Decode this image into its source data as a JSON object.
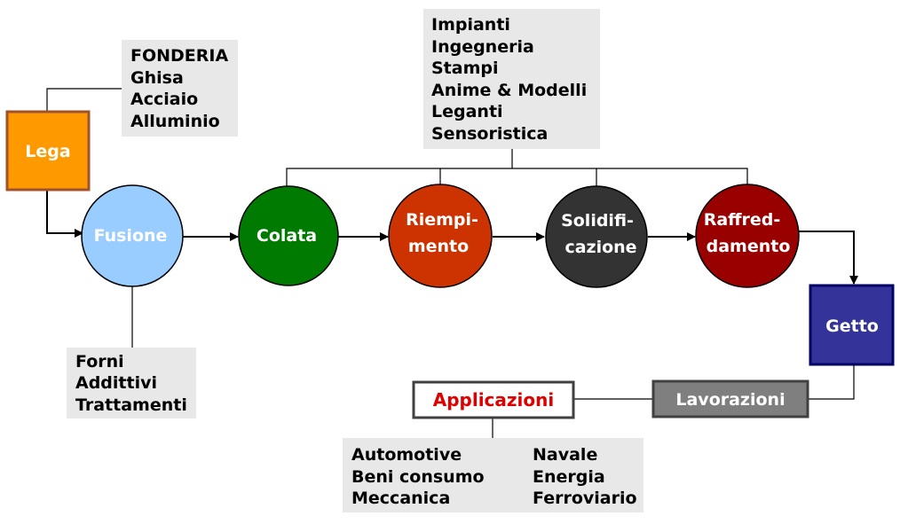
{
  "fonderia_box": {
    "lines": [
      "FONDERIA",
      "Ghisa",
      "Acciaio",
      "Alluminio"
    ]
  },
  "impianti_box": {
    "lines": [
      "Impianti",
      "Ingegneria",
      "Stampi",
      "Anime & Modelli",
      "Leganti",
      "Sensoristica"
    ]
  },
  "forni_box": {
    "lines": [
      "Forni",
      "Addittivi",
      "Trattamenti"
    ]
  },
  "apps_left": {
    "lines": [
      "Automotive",
      "Beni consumo",
      "Meccanica"
    ]
  },
  "apps_right": {
    "lines": [
      "Navale",
      "Energia",
      "Ferroviario"
    ]
  },
  "nodes": {
    "lega": {
      "label": "Lega",
      "color": "#ff9900"
    },
    "fusione": {
      "label": "Fusione",
      "color": "#99ccff"
    },
    "colata": {
      "label": "Colata",
      "color": "#007a00"
    },
    "riempimento": {
      "line1": "Riempi-",
      "line2": "mento",
      "color": "#cc3300"
    },
    "solidificazione": {
      "line1": "Solidifi-",
      "line2": "cazione",
      "color": "#333333"
    },
    "raffreddamento": {
      "line1": "Raffred-",
      "line2": "damento",
      "color": "#990000"
    },
    "getto": {
      "label": "Getto",
      "color": "#333399"
    },
    "lavorazioni": {
      "label": "Lavorazioni",
      "color": "#7f7f7f"
    },
    "applicazioni": {
      "label": "Applicazioni",
      "color": "#e00000"
    }
  }
}
